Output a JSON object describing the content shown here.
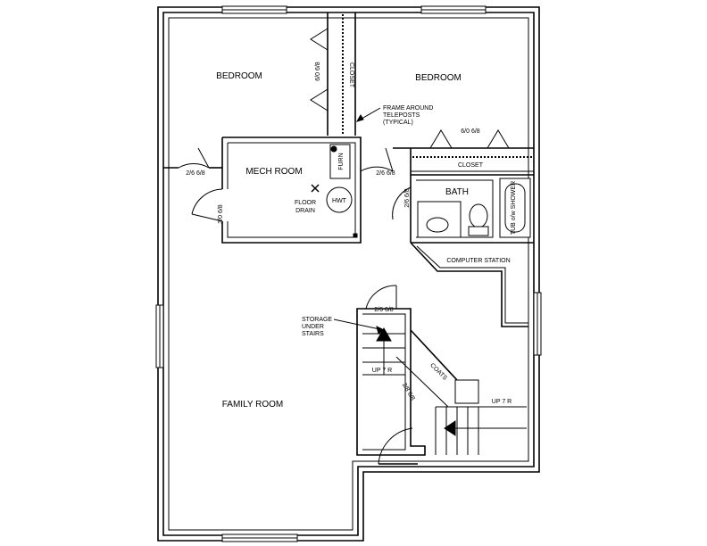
{
  "rooms": {
    "bedroom_left": "BEDROOM",
    "bedroom_right": "BEDROOM",
    "mech_room": "MECH ROOM",
    "bath": "BATH",
    "family_room": "FAMILY ROOM"
  },
  "fixtures": {
    "furnace": "FURN",
    "hot_water_tank": "HWT",
    "floor_drain": [
      "FLOOR",
      "DRAIN"
    ],
    "tub_shower": "TUB o/w SHOWER",
    "computer_station": "COMPUTER STATION",
    "coats": "COATS"
  },
  "closets": {
    "vertical": "CLOSET",
    "horizontal": "CLOSET"
  },
  "annotations": {
    "frame_note": [
      "FRAME AROUND",
      "TELEPOSTS",
      "(TYPICAL)"
    ],
    "storage_note": [
      "STORAGE",
      "UNDER",
      "STAIRS"
    ]
  },
  "door_sizes": {
    "closet_left": "6/0 6/8",
    "closet_right": "6/0 6/8",
    "bedroom_left": "2/6 6/8",
    "bedroom_right": "2/6 6/8",
    "mech": "3/0 6/8",
    "bath": "2/6 6/8",
    "storage": "2/6 6/8",
    "stair": "2/8 6/8"
  },
  "stairs": {
    "upper": "UP 7 R",
    "lower": "UP 7 R"
  }
}
